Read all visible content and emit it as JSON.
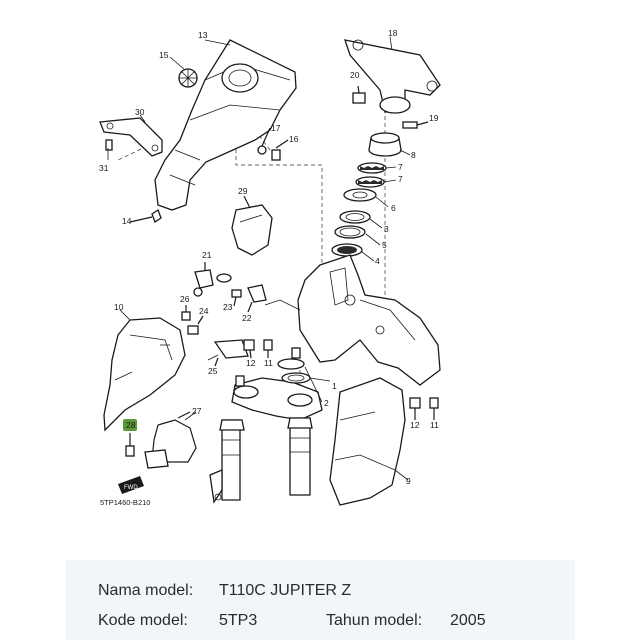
{
  "diagram": {
    "ref_code": "5TP1460-B210",
    "callouts": [
      "1",
      "2",
      "3",
      "4",
      "5",
      "6",
      "7",
      "7",
      "8",
      "9",
      "10",
      "11",
      "11",
      "12",
      "12",
      "13",
      "14",
      "15",
      "16",
      "17",
      "18",
      "19",
      "20",
      "21",
      "22",
      "23",
      "24",
      "25",
      "26",
      "27",
      "28",
      "29",
      "30",
      "31"
    ]
  },
  "info": {
    "model_name_label": "Nama model:",
    "model_name_value": "T110C JUPITER Z",
    "model_code_label": "Kode model:",
    "model_code_value": "5TP3",
    "year_label": "Tahun model:",
    "year_value": "2005"
  },
  "colors": {
    "highlight": "#5a9a3a",
    "panel": "#f2f5f9"
  }
}
